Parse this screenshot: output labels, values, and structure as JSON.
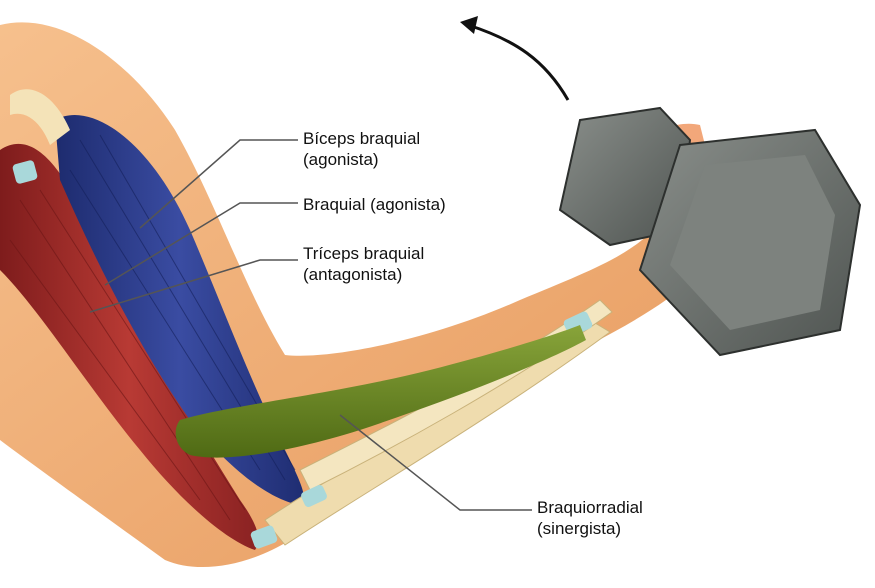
{
  "labels": {
    "biceps": {
      "line1": "Bíceps braquial",
      "line2": "(agonista)"
    },
    "braquial": {
      "line1": "Braquial (agonista)"
    },
    "triceps": {
      "line1": "Tríceps braquial",
      "line2": "(antagonista)"
    },
    "braquiorradial": {
      "line1": "Braquiorradial",
      "line2": "(sinergista)"
    }
  },
  "icons": {
    "motion_arrow": "curved-arrow-icon",
    "dumbbell": "dumbbell-icon"
  },
  "colors": {
    "skin": "#f2b079",
    "biceps": "#2a3a86",
    "triceps": "#a52a2a",
    "brachioradialis": "#6f8a22",
    "bone": "#efdcae",
    "tendon": "#a9d8da",
    "dumbbell": "#6e7370",
    "leader_line": "#555555"
  }
}
